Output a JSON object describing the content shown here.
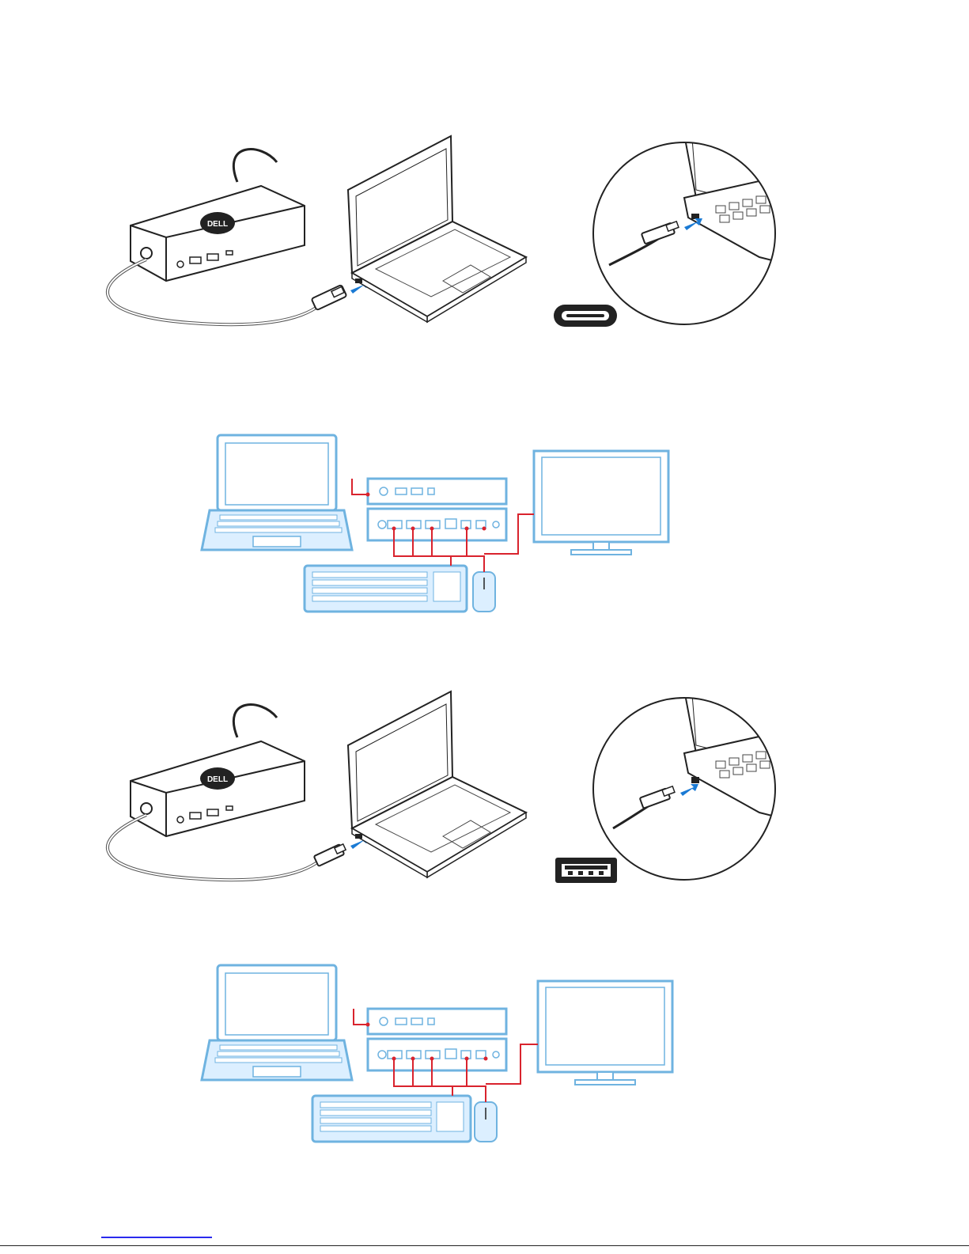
{
  "diagram": {
    "brand_logo": "DELL",
    "colors": {
      "line_art": "#222222",
      "connector_blue": "#1a7ad4",
      "device_blue": "#6fb3e0",
      "device_blue_fill": "#dcefff",
      "cable_red": "#d9232d",
      "footer_link": "#2a2aee"
    },
    "panels": [
      {
        "id": "usb-c-connection",
        "icons": [
          "dock-icon",
          "laptop-icon",
          "usb-c-connector-icon",
          "arrow-icon",
          "magnifier-detail-icon"
        ]
      },
      {
        "id": "usb-c-peripherals",
        "icons": [
          "laptop-icon",
          "dock-front-icon",
          "dock-rear-icon",
          "monitor-icon",
          "keyboard-icon",
          "mouse-icon"
        ]
      },
      {
        "id": "usb-a-connection",
        "icons": [
          "dock-icon",
          "laptop-icon",
          "usb-a-connector-icon",
          "arrow-icon",
          "magnifier-detail-icon"
        ]
      },
      {
        "id": "usb-a-peripherals",
        "icons": [
          "laptop-icon",
          "dock-front-icon",
          "dock-rear-icon",
          "monitor-icon",
          "keyboard-icon",
          "mouse-icon"
        ]
      }
    ]
  }
}
